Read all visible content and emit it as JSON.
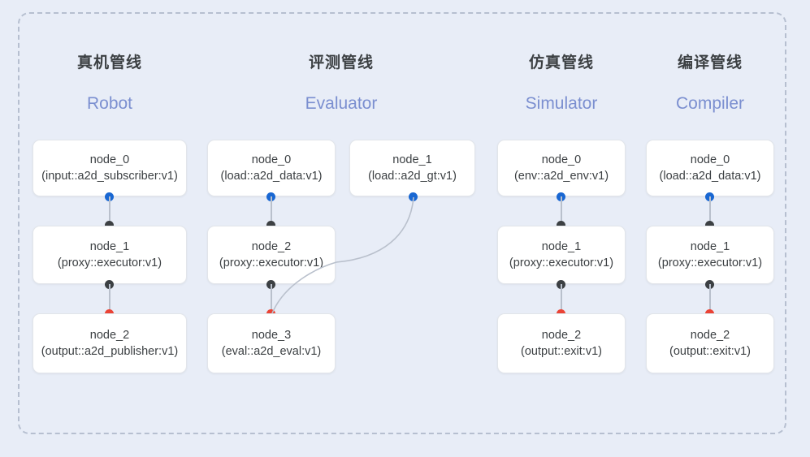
{
  "frame": {
    "border_color": "#b6bfd0",
    "background_color": "#e8edf7"
  },
  "palette": {
    "accent_blue": "#1967d2",
    "subtitle_blue": "#7b8fd0",
    "dot_black": "#3c4043",
    "dot_red": "#ea4335",
    "node_bg": "#ffffff",
    "edge_gray": "#b9c0cc"
  },
  "columns": [
    {
      "title": "真机管线",
      "subtitle": "Robot",
      "nodes": [
        {
          "name": "node_0",
          "type": "(input::a2d_subscriber:v1)"
        },
        {
          "name": "node_1",
          "type": "(proxy::executor:v1)"
        },
        {
          "name": "node_2",
          "type": "(output::a2d_publisher:v1)"
        }
      ]
    },
    {
      "title": "评测管线",
      "subtitle": "Evaluator",
      "nodes": [
        {
          "name": "node_0",
          "type": "(load::a2d_data:v1)"
        },
        {
          "name": "node_2",
          "type": "(proxy::executor:v1)"
        },
        {
          "name": "node_3",
          "type": "(eval::a2d_eval:v1)"
        }
      ],
      "side_node": {
        "name": "node_1",
        "type": "(load::a2d_gt:v1)"
      }
    },
    {
      "title": "仿真管线",
      "subtitle": "Simulator",
      "nodes": [
        {
          "name": "node_0",
          "type": "(env::a2d_env:v1)"
        },
        {
          "name": "node_1",
          "type": "(proxy::executor:v1)"
        },
        {
          "name": "node_2",
          "type": "(output::exit:v1)"
        }
      ]
    },
    {
      "title": "编译管线",
      "subtitle": "Compiler",
      "nodes": [
        {
          "name": "node_0",
          "type": "(load::a2d_data:v1)"
        },
        {
          "name": "node_1",
          "type": "(proxy::executor:v1)"
        },
        {
          "name": "node_2",
          "type": "(output::exit:v1)"
        }
      ]
    }
  ]
}
